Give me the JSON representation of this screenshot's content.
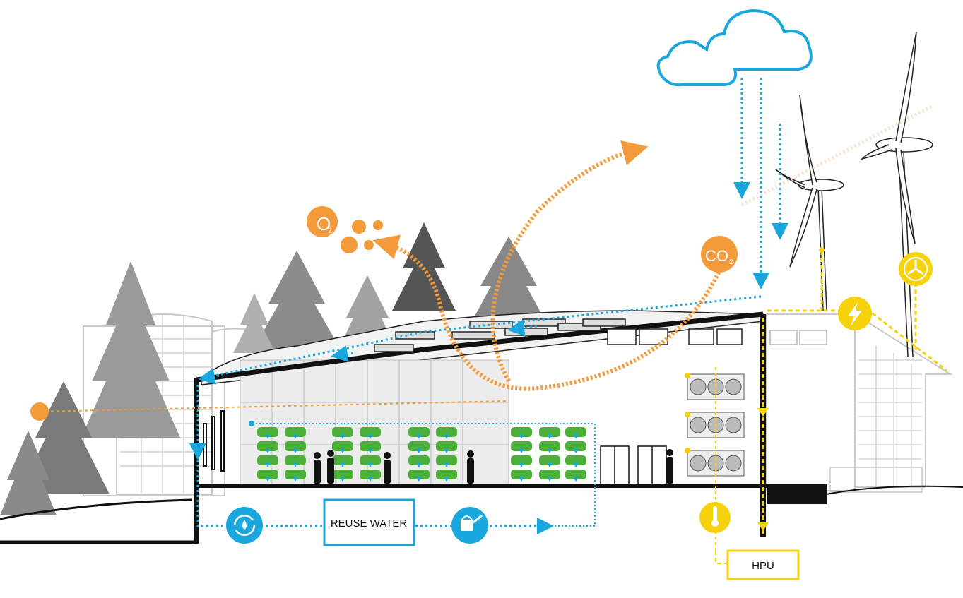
{
  "labels": {
    "reuse_water": "REUSE WATER",
    "hpu": "HPU",
    "o2_main": "O",
    "o2_sub": "2",
    "co2_main": "CO",
    "co2_sub": "2"
  },
  "colors": {
    "water_blue": "#1aa7dd",
    "carbon_orange": "#f39a3a",
    "energy_yellow": "#f5d20c",
    "structure_black": "#111111",
    "background_gray": "#c9c9c9",
    "tree_gray": "#7a7a7a",
    "plant_green": "#4caf3a"
  },
  "icons": {
    "water_cycle": "water-recycle-icon",
    "watering_can": "watering-can-icon",
    "thermometer": "thermometer-icon",
    "lightning": "lightning-bolt-icon",
    "wind_turbine": "wind-turbine-icon",
    "cloud": "cloud-icon",
    "sun": "sun-icon"
  }
}
